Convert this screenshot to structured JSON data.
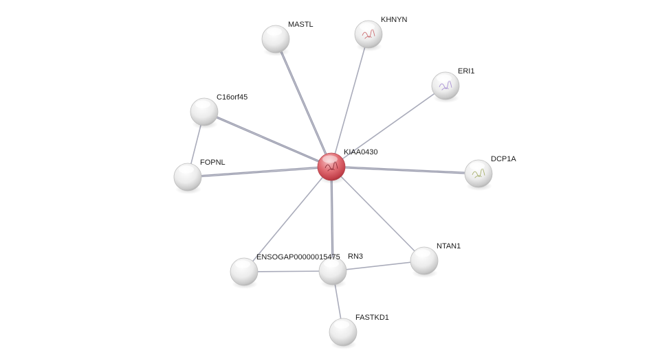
{
  "network": {
    "center": "KIAA0430",
    "colors": {
      "center_node": "#d7585f",
      "node": "#f0f0f0",
      "edge": "#9a9cae"
    },
    "nodes": [
      {
        "id": "kiaa0430",
        "label": "KIAA0430",
        "center": true,
        "icon": "protein-structure-icon"
      },
      {
        "id": "mastl",
        "label": "MASTL"
      },
      {
        "id": "khnyn",
        "label": "KHNYN",
        "icon": "protein-structure-icon"
      },
      {
        "id": "eri1",
        "label": "ERI1",
        "icon": "protein-structure-icon"
      },
      {
        "id": "c16orf45",
        "label": "C16orf45"
      },
      {
        "id": "fopnl",
        "label": "FOPNL"
      },
      {
        "id": "dcp1a",
        "label": "DCP1A",
        "icon": "protein-structure-icon"
      },
      {
        "id": "ensogap",
        "label": "ENSOGAP00000015475"
      },
      {
        "id": "rn3",
        "label": "RN3"
      },
      {
        "id": "ntan1",
        "label": "NTAN1"
      },
      {
        "id": "fastkd1",
        "label": "FASTKD1"
      }
    ],
    "edges": [
      {
        "from": "kiaa0430",
        "to": "mastl"
      },
      {
        "from": "kiaa0430",
        "to": "khnyn"
      },
      {
        "from": "kiaa0430",
        "to": "eri1"
      },
      {
        "from": "kiaa0430",
        "to": "c16orf45"
      },
      {
        "from": "kiaa0430",
        "to": "fopnl"
      },
      {
        "from": "kiaa0430",
        "to": "dcp1a"
      },
      {
        "from": "kiaa0430",
        "to": "ensogap"
      },
      {
        "from": "kiaa0430",
        "to": "rn3"
      },
      {
        "from": "kiaa0430",
        "to": "ntan1"
      },
      {
        "from": "c16orf45",
        "to": "fopnl"
      },
      {
        "from": "ensogap",
        "to": "rn3"
      },
      {
        "from": "rn3",
        "to": "ntan1"
      },
      {
        "from": "rn3",
        "to": "fastkd1"
      }
    ]
  }
}
